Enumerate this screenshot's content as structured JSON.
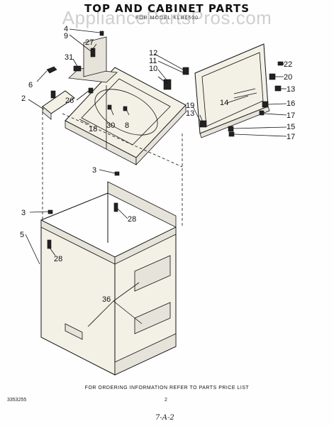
{
  "header": {
    "title": "TOP AND CABINET PARTS",
    "watermark": "AppliancePartsPros.com",
    "model_line": "FOR MODEL KLB6600"
  },
  "callouts": {
    "c2": "2",
    "c3a": "3",
    "c3b": "3",
    "c4": "4",
    "c5": "5",
    "c6": "6",
    "c8": "8",
    "c9": "9",
    "c10": "10",
    "c11": "11",
    "c12": "12",
    "c13a": "13",
    "c13b": "13",
    "c14": "14",
    "c15": "15",
    "c16": "16",
    "c17a": "17",
    "c17b": "17",
    "c18": "18",
    "c19": "19",
    "c20": "20",
    "c22": "22",
    "c26": "26",
    "c27": "27",
    "c28a": "28",
    "c28b": "28",
    "c30": "30",
    "c31": "31",
    "c36": "36"
  },
  "footer": {
    "note": "FOR ORDERING INFORMATION REFER TO PARTS PRICE LIST",
    "doc_number": "3353255",
    "page_number": "2",
    "handwritten": "7-A-2"
  }
}
